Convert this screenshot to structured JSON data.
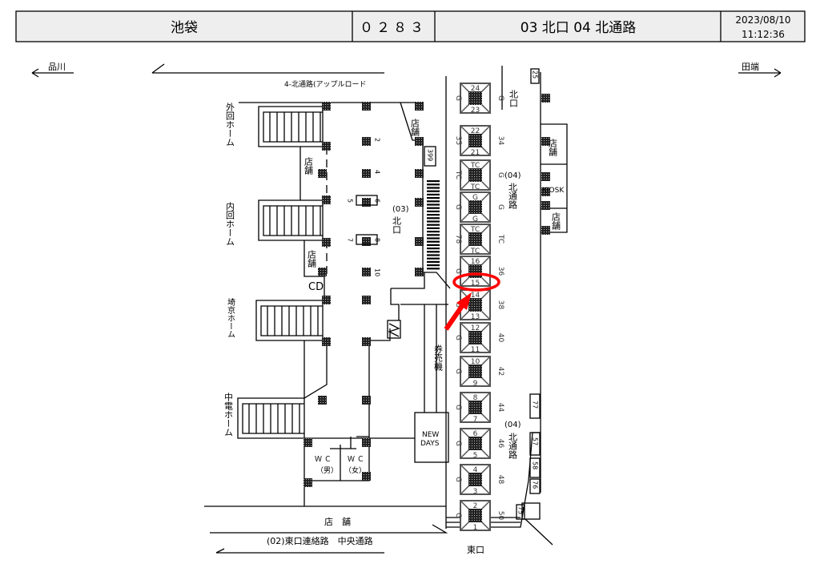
{
  "header": {
    "station": "池袋",
    "code": "０２８３",
    "exits": "03  北口    04  北通路",
    "date": "2023/08/10",
    "time": "11:12:36"
  },
  "directions": {
    "left": "品川",
    "right": "田端"
  },
  "labels": {
    "apple_road": "4-北通路(アップルロード",
    "platform_outer": "外回ホーム",
    "platform_inner": "内回ホーム",
    "platform_saikyo": "埼京ホーム",
    "platform_chuden": "中電ホーム",
    "shop": "店舗",
    "shop_bottom": "店　舗",
    "cd": "CD",
    "north_exit_03_num": "(03)",
    "north_exit_03": "北口",
    "north_exit_top": "北口",
    "north_passage_num": "(04)",
    "north_passage": "北通路",
    "north_passage_num2": "(04)",
    "north_passage2": "北通路",
    "kiosk": "KIOSK",
    "ticket_machines": "券売機",
    "newdays_1": "NEW",
    "newdays_2": "DAYS",
    "wc_m": "Ｗ Ｃ",
    "wc_m_sub": "（男）",
    "wc_f": "Ｗ Ｃ",
    "wc_f_sub": "（女）",
    "east_passage": "(02)東口連絡路　中央通路",
    "east_exit": "東口",
    "n399": "399",
    "n25": "25",
    "n77": "77",
    "n57": "57",
    "n58": "58",
    "n76": "76",
    "n75": "75"
  },
  "pillar_numbers": [
    "2",
    "4",
    "5",
    "6",
    "7",
    "8",
    "10"
  ],
  "gates": [
    {
      "top": "24",
      "bottom": "23",
      "left": "G",
      "right": "G"
    },
    {
      "top": "22",
      "bottom": "21",
      "left": "35",
      "right": "34"
    },
    {
      "top": "TC",
      "bottom": "TC",
      "left": "TC",
      "right": "G"
    },
    {
      "top": "G",
      "bottom": "G",
      "left": "G",
      "right": "G"
    },
    {
      "top": "TC",
      "bottom": "TC",
      "left": "78",
      "right": "TC"
    },
    {
      "top": "16",
      "bottom": "15",
      "left": "G",
      "right": "36"
    },
    {
      "top": "14",
      "bottom": "13",
      "left": "G",
      "right": "38"
    },
    {
      "top": "12",
      "bottom": "11",
      "left": "G",
      "right": "40"
    },
    {
      "top": "10",
      "bottom": "9",
      "left": "G",
      "right": "42"
    },
    {
      "top": "8",
      "bottom": "7",
      "left": "G",
      "right": "44"
    },
    {
      "top": "6",
      "bottom": "5",
      "left": "G",
      "right": "46"
    },
    {
      "top": "4",
      "bottom": "3",
      "left": "G",
      "right": "48"
    },
    {
      "top": "2",
      "bottom": "1",
      "left": "G",
      "right": "50"
    }
  ],
  "highlight": {
    "gate": "15",
    "color": "#ff0000"
  }
}
